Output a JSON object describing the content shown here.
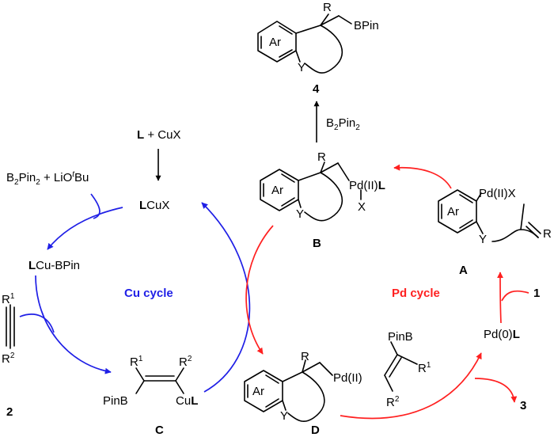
{
  "colors": {
    "pd_cycle": "#ff2020",
    "cu_cycle": "#1f1fe6",
    "text": "#000000"
  },
  "cycles": {
    "cu": "Cu cycle",
    "pd": "Pd cycle"
  },
  "compounds": {
    "product": {
      "number": "4",
      "r": "R",
      "bpin": "BPin",
      "ar": "Ar",
      "y": "Y"
    },
    "B": {
      "label": "B",
      "r": "R",
      "ar": "Ar",
      "y": "Y",
      "pd": "Pd(II)",
      "pd_ligand": "L",
      "x": "X"
    },
    "A": {
      "label": "A",
      "ar": "Ar",
      "y": "Y",
      "pd": "Pd(II)X",
      "r": "R"
    },
    "D": {
      "label": "D",
      "r": "R",
      "ar": "Ar",
      "y": "Y",
      "pd": "Pd(II)",
      "pinb": "PinB",
      "r1": "R",
      "r1_sup": "1",
      "r2": "R",
      "r2_sup": "2"
    },
    "C": {
      "label": "C",
      "r1": "R",
      "r1_sup": "1",
      "r2": "R",
      "r2_sup": "2",
      "pinb": "PinB",
      "cu": "Cu",
      "cu_ligand": "L"
    },
    "alkyne": {
      "number": "2",
      "r1": "R",
      "r1_sup": "1",
      "r2": "R",
      "r2_sup": "2"
    }
  },
  "reagents": {
    "b2pin2_top": {
      "pre": "B",
      "sub1": "2",
      "mid": "Pin",
      "sub2": "2"
    },
    "l_cux": {
      "ligand": "L",
      "rest": " + CuX"
    },
    "lcux": {
      "ligand": "L",
      "rest": "CuX"
    },
    "b2pin2_liotbu": {
      "pre": "B",
      "sub1": "2",
      "mid": "Pin",
      "sub2": "2",
      "post": " + LiO",
      "sup": "t",
      "end": "Bu"
    },
    "lcu_bpin": {
      "ligand": "L",
      "rest": "Cu-BPin"
    },
    "pd0": {
      "pre": "Pd(0)",
      "ligand": "L"
    },
    "substrate_1": "1",
    "product_3": "3"
  }
}
